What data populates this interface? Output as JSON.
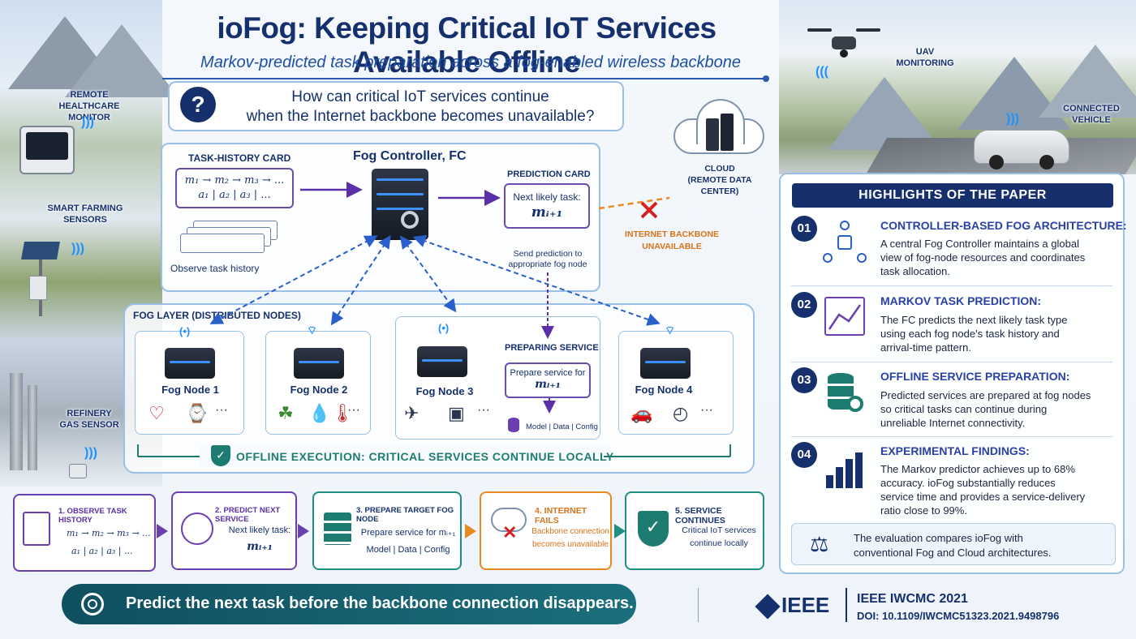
{
  "header": {
    "title": "ioFog: Keeping Critical IoT Services Available Offline",
    "subtitle": "Markov-predicted task preparation across a fog-enabled wireless backbone",
    "question_line1": "How can critical IoT services continue",
    "question_line2": "when the Internet backbone becomes unavailable?"
  },
  "scene": {
    "healthcare_line1": "REMOTE HEALTHCARE",
    "healthcare_line2": "MONITOR",
    "farming_line1": "SMART FARMING",
    "farming_line2": "SENSORS",
    "refinery_line1": "REFINERY",
    "refinery_line2": "GAS SENSOR",
    "uav_line1": "UAV",
    "uav_line2": "MONITORING",
    "vehicle_line1": "CONNECTED",
    "vehicle_line2": "VEHICLE",
    "cloud_line1": "CLOUD",
    "cloud_line2": "(REMOTE DATA CENTER)",
    "backbone_line1": "INTERNET BACKBONE",
    "backbone_line2": "UNAVAILABLE"
  },
  "controller": {
    "title": "Fog Controller, FC",
    "task_history_label": "TASK-HISTORY CARD",
    "history_row1": "m₁ → m₂ → m₃ → ...",
    "history_row2": "a₁ | a₂ | a₃ | ...",
    "observe_label": "Observe task history",
    "prediction_label": "PREDICTION CARD",
    "next_task_label": "Next likely task:",
    "next_task_symbol": "mᵢ₊₁",
    "send_line1": "Send prediction to",
    "send_line2": "appropriate fog node"
  },
  "fog_layer": {
    "label": "FOG LAYER (DISTRIBUTED NODES)",
    "nodes": [
      {
        "label": "Fog Node 1",
        "ellipsis": "···"
      },
      {
        "label": "Fog Node 2",
        "ellipsis": "···"
      },
      {
        "label": "Fog Node 3",
        "ellipsis": "···"
      },
      {
        "label": "Fog Node 4",
        "ellipsis": "···"
      }
    ],
    "preparing_label": "PREPARING SERVICE",
    "prepare_line1": "Prepare service for",
    "prepare_symbol": "mᵢ₊₁",
    "bundle": "Model | Data | Config",
    "offline_banner": "OFFLINE EXECUTION: CRITICAL SERVICES CONTINUE LOCALLY"
  },
  "steps": [
    {
      "title": "1. OBSERVE TASK HISTORY",
      "line1": "m₁ → m₂ → m₃ → ...",
      "line2": "a₁ | a₂ | a₃ | ..."
    },
    {
      "title": "2. PREDICT NEXT SERVICE",
      "line1": "Next likely task:",
      "line2": "mᵢ₊₁"
    },
    {
      "title": "3. PREPARE TARGET FOG NODE",
      "line1": "Prepare service for mᵢ₊₁",
      "line2": "Model | Data | Config"
    },
    {
      "title": "4. INTERNET FAILS",
      "line1": "Backbone connection",
      "line2": "becomes unavailable"
    },
    {
      "title": "5. SERVICE CONTINUES",
      "line1": "Critical IoT services",
      "line2": "continue locally"
    }
  ],
  "highlights": {
    "heading": "HIGHLIGHTS OF THE PAPER",
    "items": [
      {
        "num": "01",
        "title": "CONTROLLER-BASED FOG ARCHITECTURE:",
        "l1": "A central Fog Controller maintains a global",
        "l2": "view of fog-node resources and coordinates",
        "l3": "task allocation.",
        "l4": ""
      },
      {
        "num": "02",
        "title": "MARKOV TASK PREDICTION:",
        "l1": "The FC predicts the next likely task type",
        "l2": "using each fog node's task history and",
        "l3": "arrival-time pattern.",
        "l4": ""
      },
      {
        "num": "03",
        "title": "OFFLINE SERVICE PREPARATION:",
        "l1": "Predicted services are prepared at fog nodes",
        "l2": "so critical tasks can continue during",
        "l3": "unreliable Internet connectivity.",
        "l4": ""
      },
      {
        "num": "04",
        "title": "EXPERIMENTAL FINDINGS:",
        "l1": "The Markov predictor achieves up to 68%",
        "l2": "accuracy. ioFog substantially reduces",
        "l3": "service time and provides a service-delivery",
        "l4": "ratio close to 99%."
      }
    ],
    "note_line1": "The evaluation compares ioFog with",
    "note_line2": "conventional Fog and Cloud architectures."
  },
  "footer": {
    "banner": "Predict the next task before the backbone connection disappears.",
    "ieee": "IEEE",
    "conference": "IEEE IWCMC 2021",
    "doi": "DOI: 10.1109/IWCMC51323.2021.9498796"
  },
  "colors": {
    "navy": "#16306e",
    "purple": "#6a3fb0",
    "teal": "#1e7b70",
    "orange": "#e88a20",
    "red": "#d42020",
    "blue_dashed": "#2a5ec8"
  }
}
